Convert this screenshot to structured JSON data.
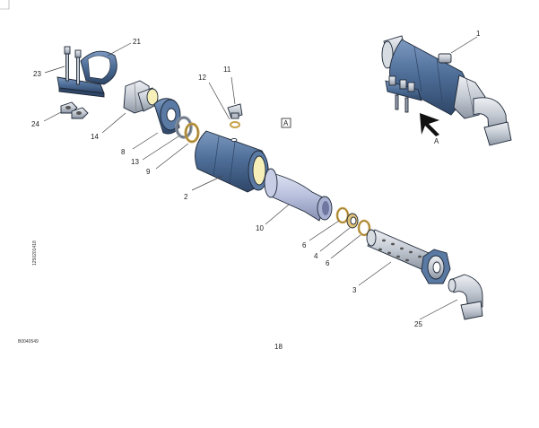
{
  "callouts": {
    "c1": "1",
    "c2": "2",
    "c3": "3",
    "c4": "4",
    "c6a": "6",
    "c6b": "6",
    "c8": "8",
    "c9": "9",
    "c10": "10",
    "c11": "11",
    "c12": "12",
    "c13": "13",
    "c14": "14",
    "c21": "21",
    "c23": "23",
    "c24": "24",
    "c25": "25"
  },
  "view_box_label": "A",
  "view_arrow_label": "A",
  "drawing_number": "B0040549",
  "page_number": "18",
  "side_code": "1250201418",
  "colors": {
    "blue": "#4f6f99",
    "brass": "#c8a24a",
    "grey": "#c9ced6",
    "lens": "#f6f0b8"
  }
}
